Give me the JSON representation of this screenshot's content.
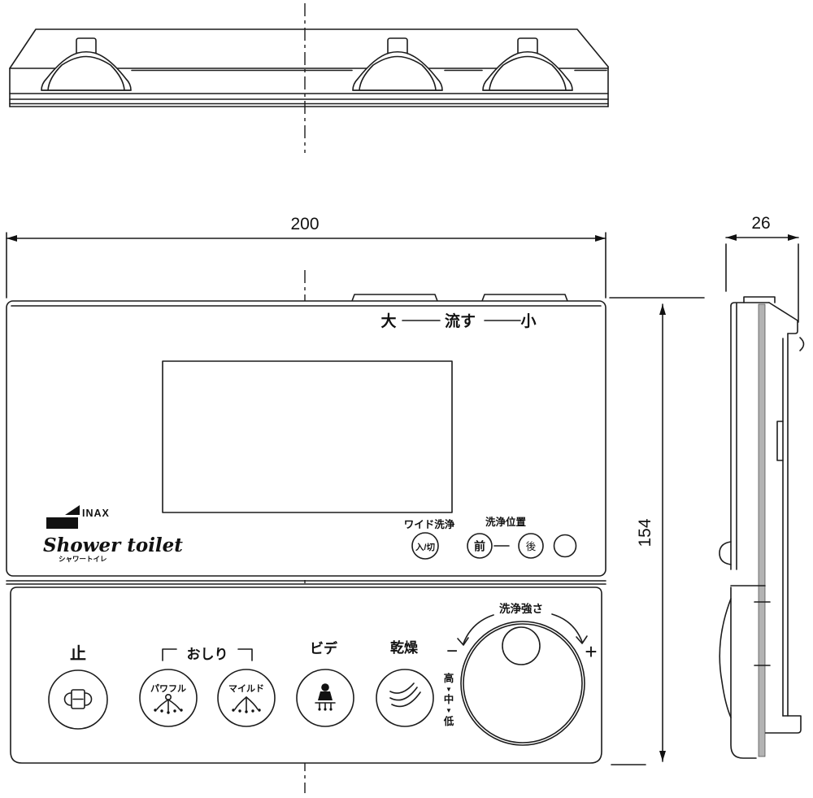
{
  "dimensions": {
    "width": "200",
    "height": "154",
    "depth": "26"
  },
  "flush": {
    "large": "大",
    "center": "流す",
    "small": "小"
  },
  "brand": {
    "logo": "INAX",
    "script": "Shower toilet",
    "kana": "シャワートイレ"
  },
  "wide_wash": {
    "label": "ワイド洗浄",
    "button": "入/切"
  },
  "position": {
    "label": "洗浄位置",
    "front": "前",
    "back": "後"
  },
  "buttons": {
    "stop": "止",
    "group": "おしり",
    "powerful": "パワフル",
    "mild": "マイルド",
    "bidet": "ビデ",
    "dry": "乾燥"
  },
  "dial": {
    "label": "洗浄強さ",
    "minus": "−",
    "plus": "+",
    "high": "高",
    "mid": "中",
    "low": "低",
    "arrow": "▼"
  }
}
